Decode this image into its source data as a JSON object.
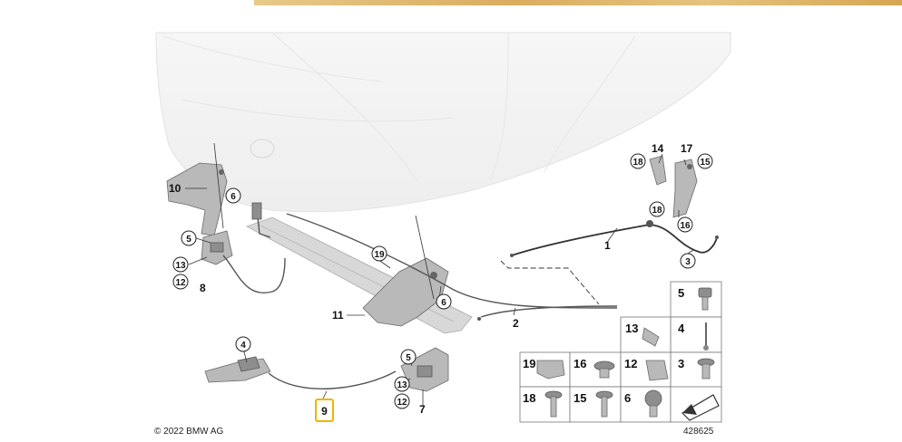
{
  "copyright": "© 2022 BMW AG",
  "diagram_number": "428625",
  "callouts": [
    {
      "id": "c1",
      "label": "1",
      "style": "plain"
    },
    {
      "id": "c2",
      "label": "2",
      "style": "plain"
    },
    {
      "id": "c3",
      "label": "3",
      "style": "circle"
    },
    {
      "id": "c4",
      "label": "4",
      "style": "circle"
    },
    {
      "id": "c5a",
      "label": "5",
      "style": "circle"
    },
    {
      "id": "c5b",
      "label": "5",
      "style": "circle"
    },
    {
      "id": "c6a",
      "label": "6",
      "style": "circle"
    },
    {
      "id": "c6b",
      "label": "6",
      "style": "circle"
    },
    {
      "id": "c7",
      "label": "7",
      "style": "plain"
    },
    {
      "id": "c8",
      "label": "8",
      "style": "plain"
    },
    {
      "id": "c9",
      "label": "9",
      "style": "highlight"
    },
    {
      "id": "c10",
      "label": "10",
      "style": "plain"
    },
    {
      "id": "c11",
      "label": "11",
      "style": "plain"
    },
    {
      "id": "c12a",
      "label": "12",
      "style": "circle"
    },
    {
      "id": "c12b",
      "label": "12",
      "style": "circle"
    },
    {
      "id": "c13a",
      "label": "13",
      "style": "circle"
    },
    {
      "id": "c13b",
      "label": "13",
      "style": "circle"
    },
    {
      "id": "c14",
      "label": "14",
      "style": "plain"
    },
    {
      "id": "c15",
      "label": "15",
      "style": "circle"
    },
    {
      "id": "c16",
      "label": "16",
      "style": "circle"
    },
    {
      "id": "c17",
      "label": "17",
      "style": "plain"
    },
    {
      "id": "c18",
      "label": "18",
      "style": "circle"
    },
    {
      "id": "c18b",
      "label": "18",
      "style": "circle"
    },
    {
      "id": "c19",
      "label": "19",
      "style": "circle"
    }
  ],
  "parts_table": [
    {
      "label": "5"
    },
    {
      "label": "4"
    },
    {
      "label": "3"
    },
    {
      "label": "13"
    },
    {
      "label": "19"
    },
    {
      "label": "16"
    },
    {
      "label": "12"
    },
    {
      "label": "18"
    },
    {
      "label": "15"
    },
    {
      "label": "6"
    }
  ]
}
